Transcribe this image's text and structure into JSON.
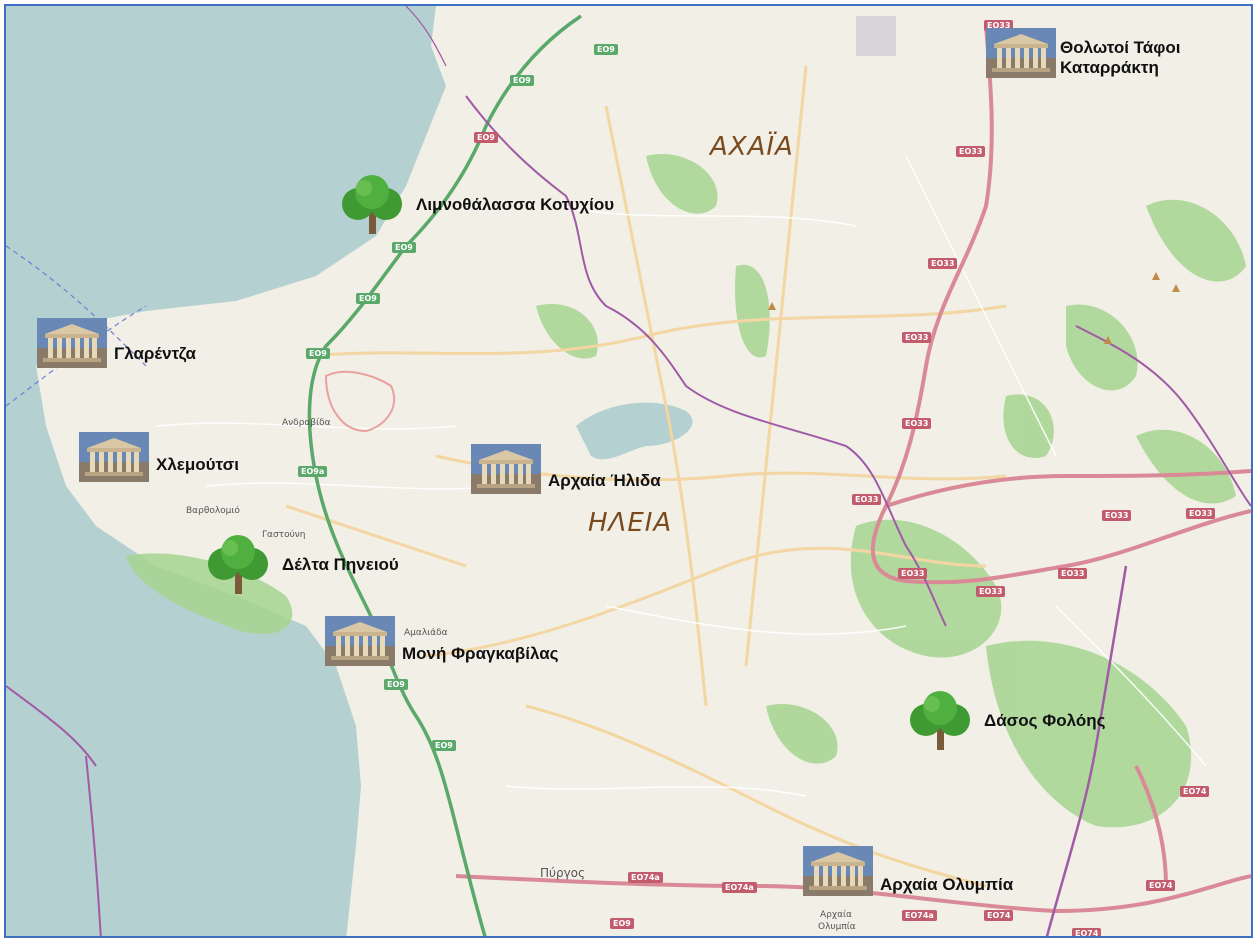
{
  "map": {
    "colors": {
      "sea": "#b5d0d0",
      "land": "#f1efe6",
      "forest": "#9fd08a",
      "motorway": "#5aa86a",
      "primary_road": "#d98a96",
      "secondary_road": "#f3d6a2",
      "boundary": "#a15aa5",
      "region_label": "#7a4a1e",
      "frame": "#3f6fc0"
    },
    "regions": [
      {
        "id": "achaia",
        "name": "ΑΧΑΪΑ"
      },
      {
        "id": "ilia",
        "name": "ΗΛΕΙΑ"
      }
    ],
    "places": [
      {
        "id": "tholotoi",
        "type": "temple-icon",
        "label_line1": "Θολωτοί Τάφοι",
        "label_line2": "Καταρράκτη"
      },
      {
        "id": "limnothalassa",
        "type": "tree-icon",
        "label": "Λιμνοθάλασσα Κοτυχίου"
      },
      {
        "id": "glarentza",
        "type": "temple-icon",
        "label": "Γλαρέντζα"
      },
      {
        "id": "chlemoutsi",
        "type": "temple-icon",
        "label": "Χλεμούτσι"
      },
      {
        "id": "archaia-ilida",
        "type": "temple-icon",
        "label": "Αρχαία Ήλιδα"
      },
      {
        "id": "delta-pineiou",
        "type": "tree-icon",
        "label": "Δέλτα Πηνειού"
      },
      {
        "id": "moni-fragkavilas",
        "type": "temple-icon",
        "label": "Μονή Φραγκαβίλας"
      },
      {
        "id": "dasos-folois",
        "type": "tree-icon",
        "label": "Δάσος Φολόης"
      },
      {
        "id": "archaia-olympia",
        "type": "temple-icon",
        "label": "Αρχαία Ολυμπία"
      }
    ],
    "towns": {
      "andravida": "Ανδραβίδα",
      "vartholomio": "Βαρθολομιό",
      "gastouni": "Γαστούνη",
      "amaliada": "Αμαλιάδα",
      "pyrgos": "Πύργος",
      "archaia_olympia_line1": "Αρχαία",
      "archaia_olympia_line2": "Ολυμπία"
    },
    "road_shields": {
      "eo9": "EO9",
      "eo33": "EO33",
      "eo74": "EO74",
      "eo74a": "EO74a",
      "eo9a": "EO9a"
    }
  }
}
